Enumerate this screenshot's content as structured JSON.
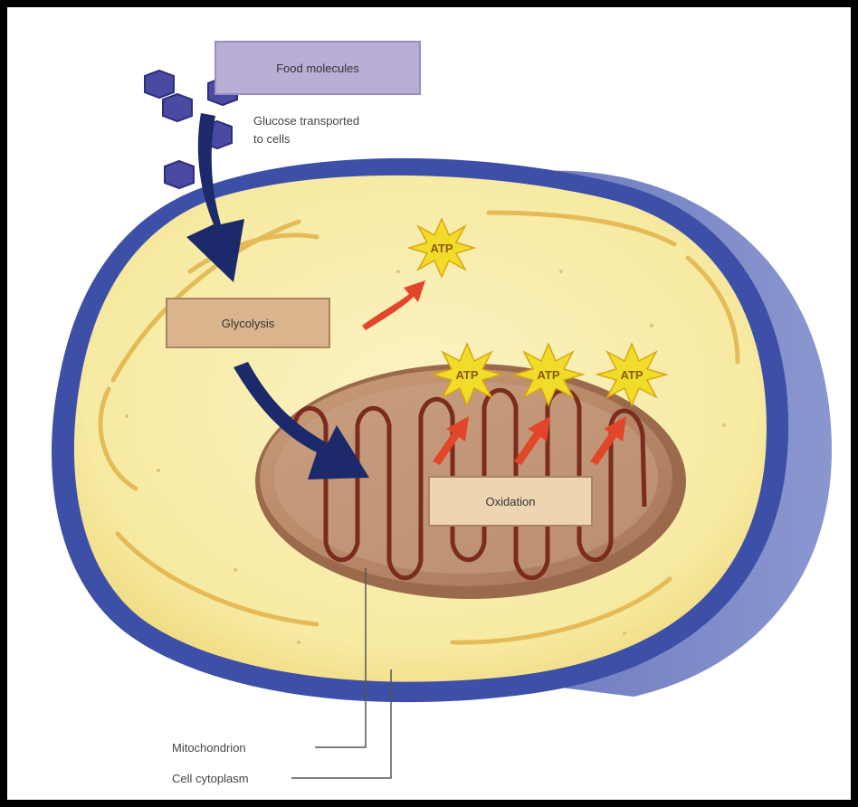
{
  "diagram": {
    "food_box_label": "Food molecules",
    "glucose_note_line1": "Glucose transported",
    "glucose_note_line2": "to cells",
    "glycolysis_label": "Glycolysis",
    "oxidation_label": "Oxidation",
    "atp_label": "ATP",
    "callout_mitochondrion": "Mitochondrion",
    "callout_cytoplasm": "Cell cytoplasm",
    "colors": {
      "food_box": "#b9aed6",
      "process_box": "#d9b48c",
      "cytoplasm": "#f7eba6",
      "membrane": "#3e4fa8",
      "mitochondrion": "#b98a68",
      "cristae": "#7a2c1f",
      "atp_burst": "#f2dc2a",
      "arrow_blue": "#1c2a6b",
      "arrow_red": "#e2452a",
      "glucose": "#4a4aa3"
    }
  }
}
